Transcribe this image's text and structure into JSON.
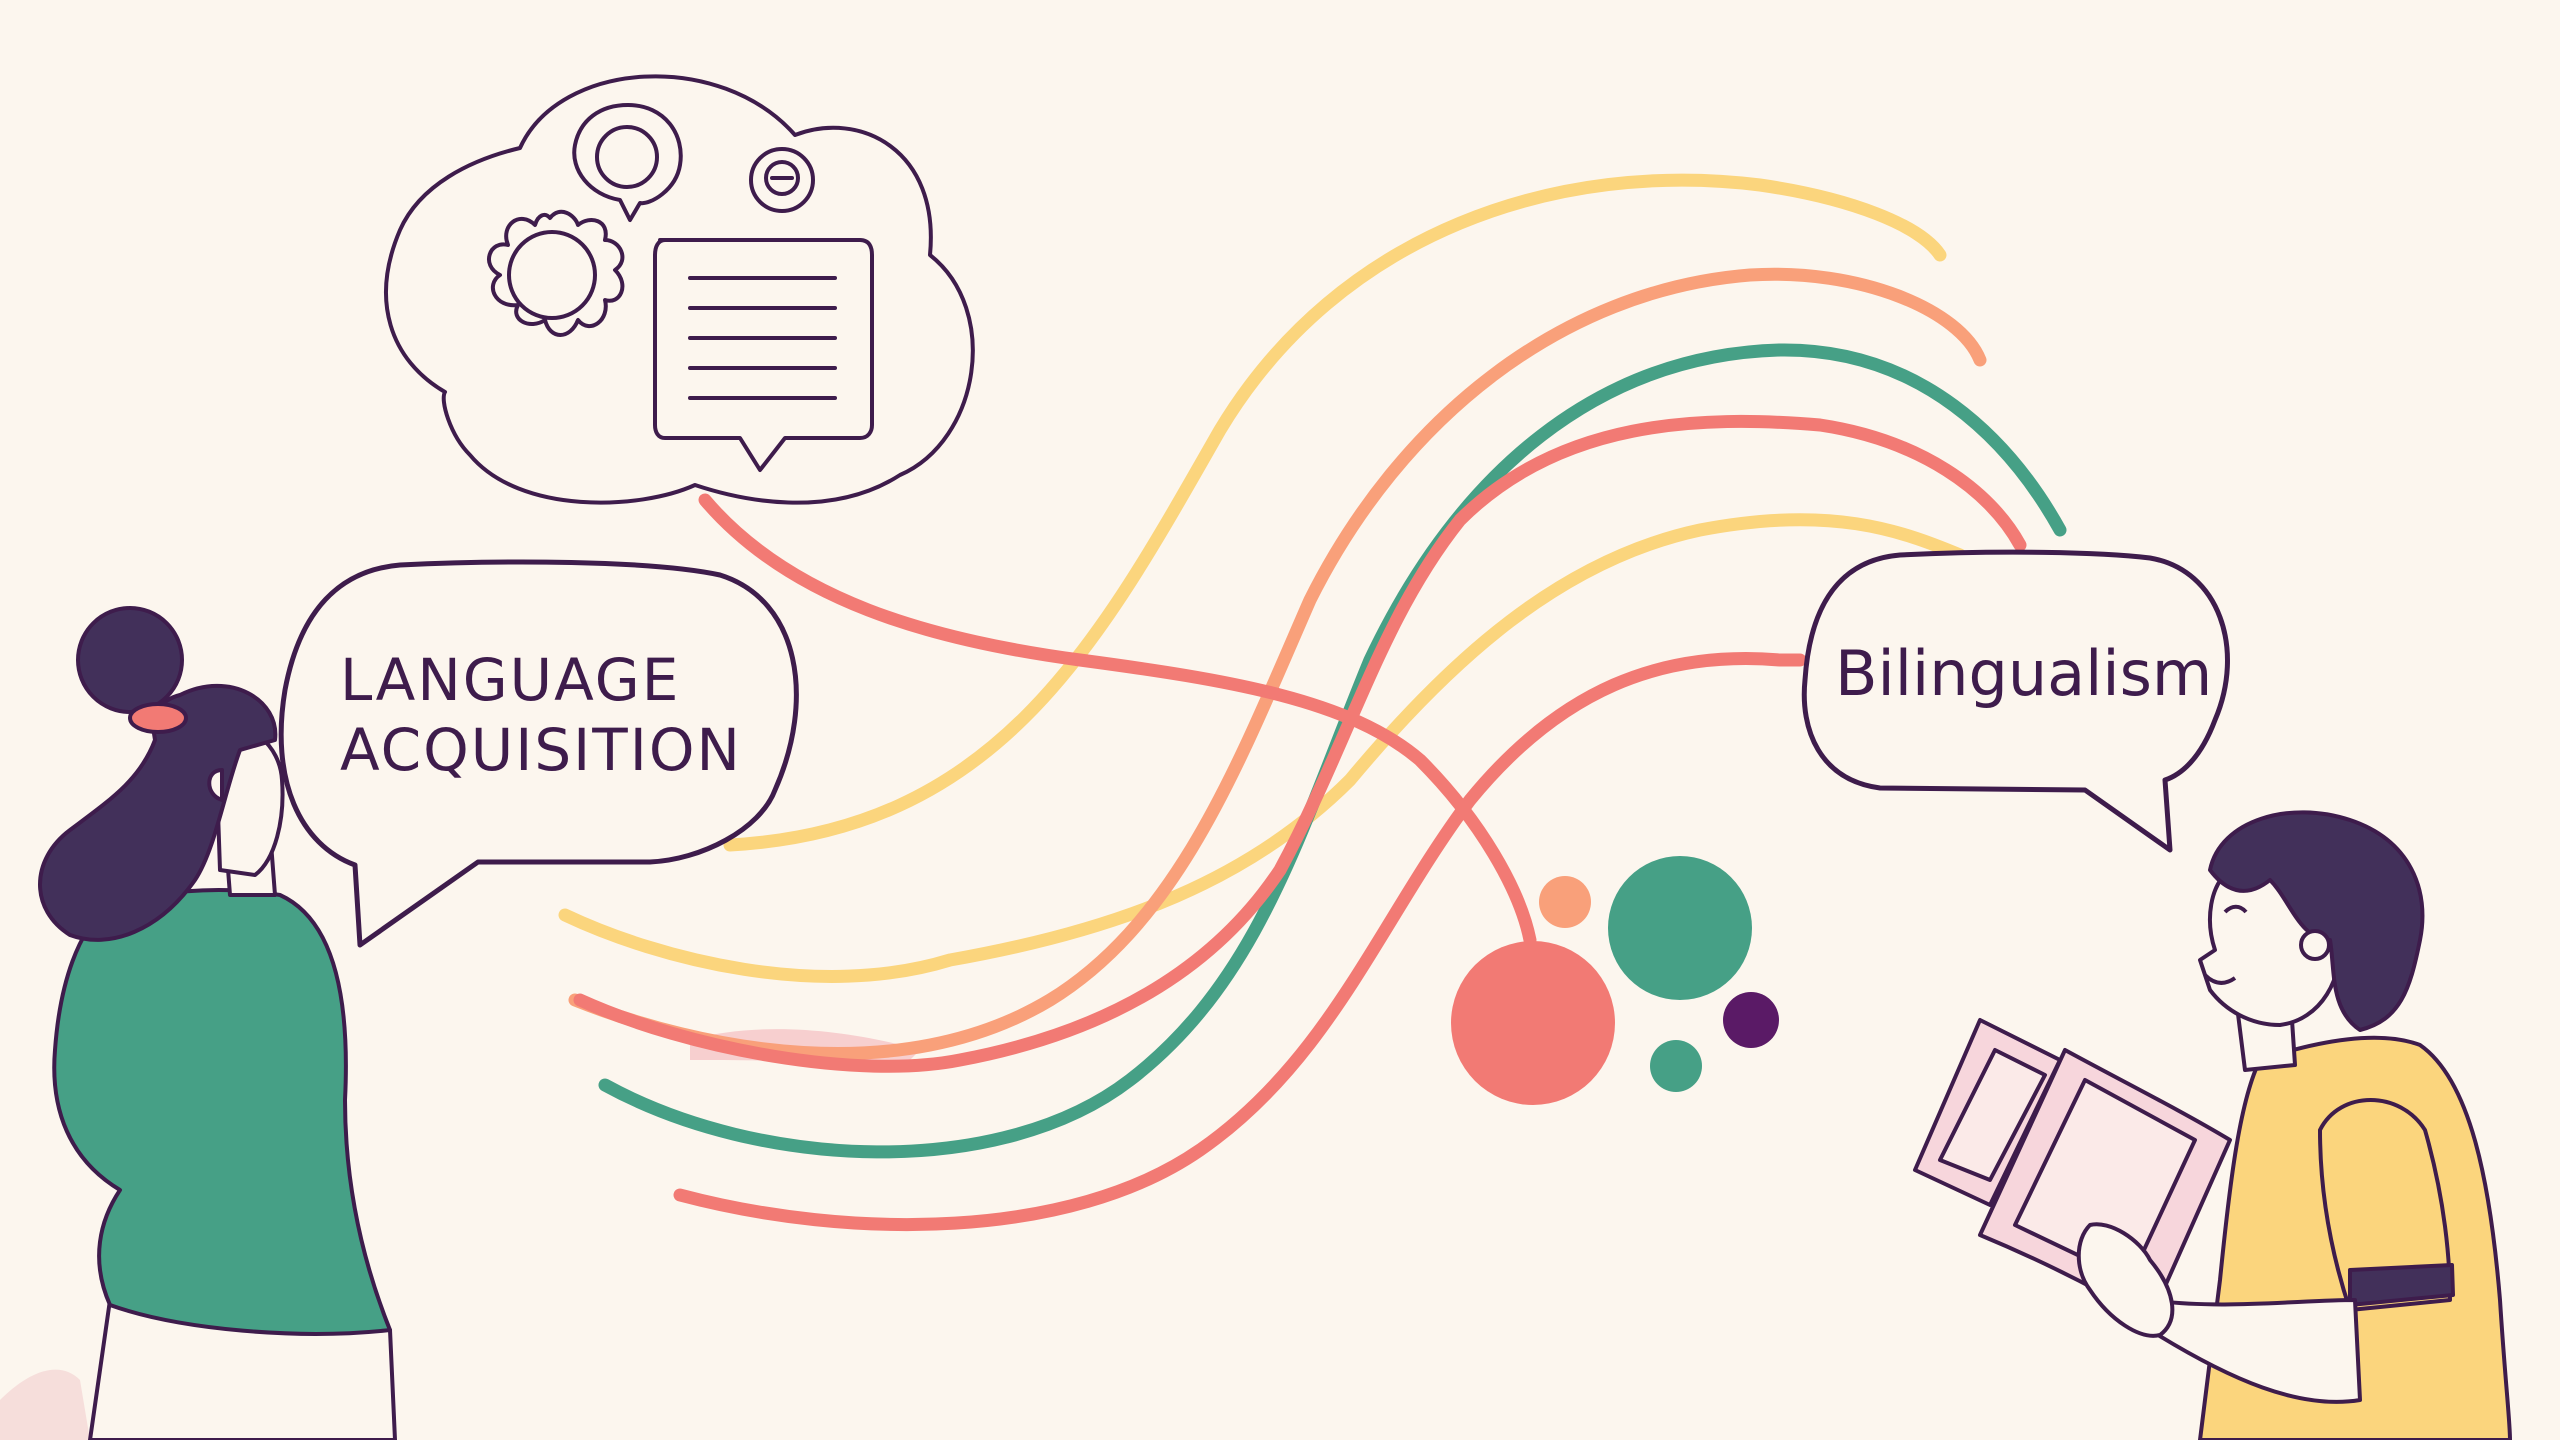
{
  "bubbles": {
    "left_line1": "LANGUAGE",
    "left_line2": "ACQUISITION",
    "right": "Bilingualism"
  },
  "icons": {
    "thought_cloud": "cloud-thought-icon",
    "gear": "gear-icon",
    "document": "document-icon"
  },
  "colors": {
    "background": "#fcf6ee",
    "outline": "#3e1c4c",
    "yellow": "#fbd57d",
    "orange": "#f9a07a",
    "green": "#46a086",
    "coral": "#f27a74",
    "purple": "#5a1a66"
  }
}
